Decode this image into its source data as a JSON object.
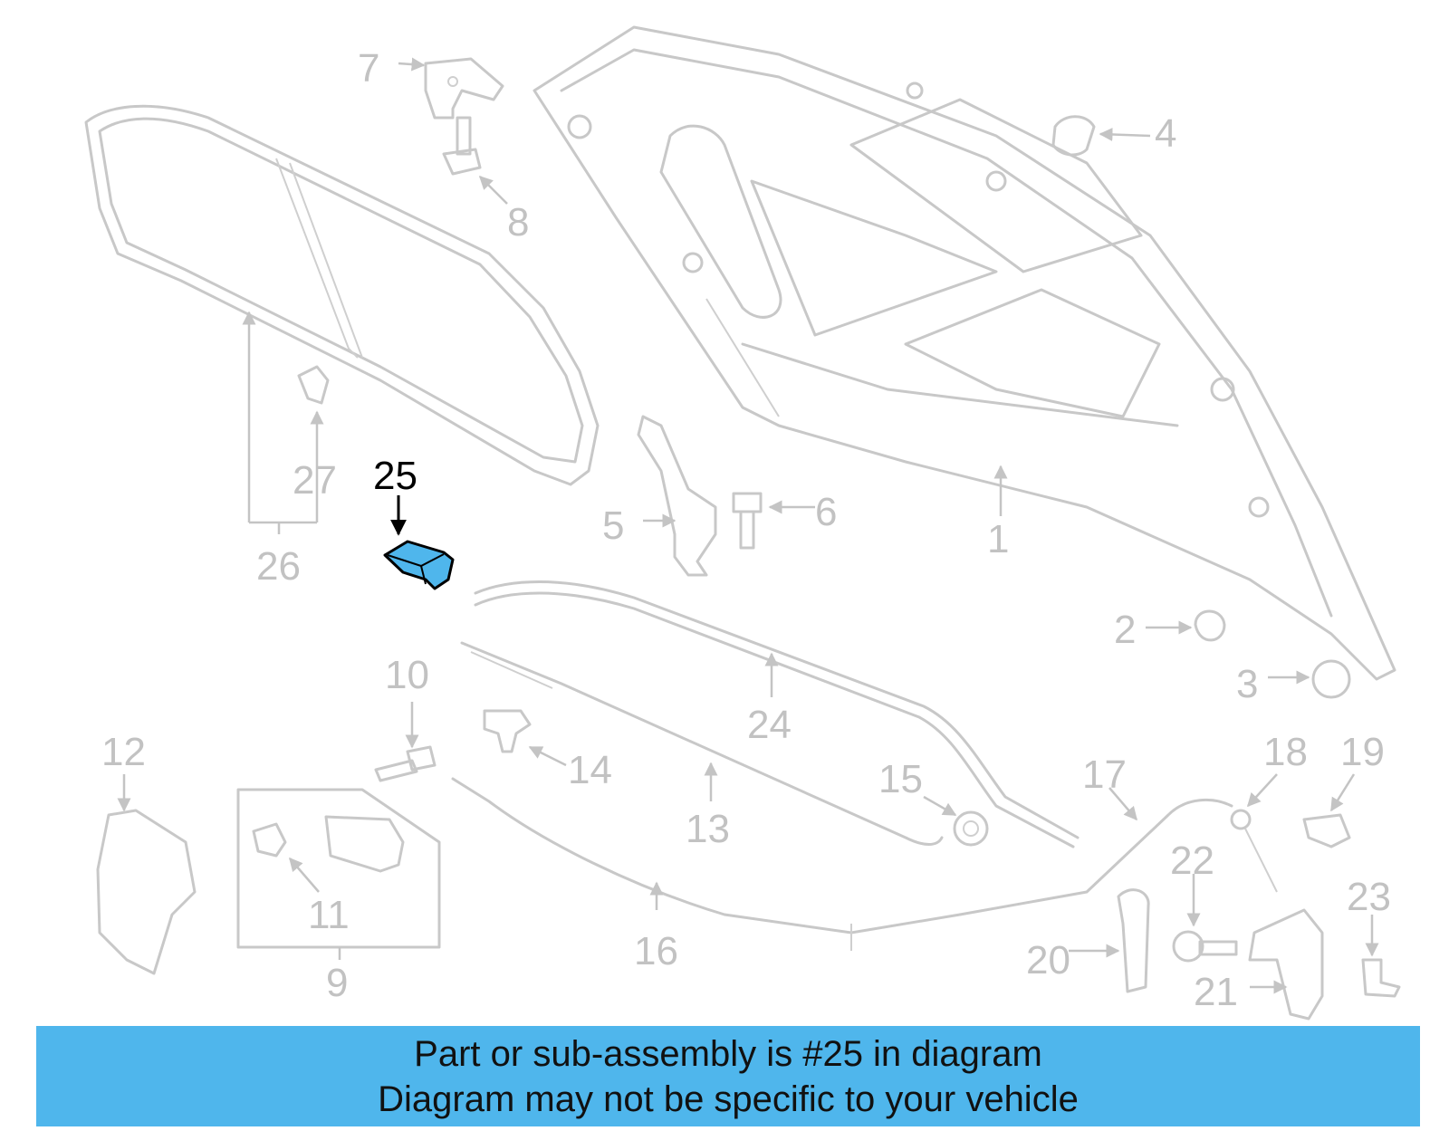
{
  "colors": {
    "part_outline": "#c8c8c8",
    "highlight_fill": "#4fb6ec",
    "highlight_stroke": "#000000",
    "banner_bg": "#4fb6ec",
    "banner_text": "#111111"
  },
  "callouts": {
    "c1": "1",
    "c2": "2",
    "c3": "3",
    "c4": "4",
    "c5": "5",
    "c6": "6",
    "c7": "7",
    "c8": "8",
    "c9": "9",
    "c10": "10",
    "c11": "11",
    "c12": "12",
    "c13": "13",
    "c14": "14",
    "c15": "15",
    "c16": "16",
    "c17": "17",
    "c18": "18",
    "c19": "19",
    "c20": "20",
    "c21": "21",
    "c22": "22",
    "c23": "23",
    "c24": "24",
    "c25": "25",
    "c26": "26",
    "c27": "27"
  },
  "highlighted_part": "25",
  "banner": {
    "line1": "Part or sub-assembly is #25 in diagram",
    "line2": "Diagram may not be specific to your vehicle"
  }
}
